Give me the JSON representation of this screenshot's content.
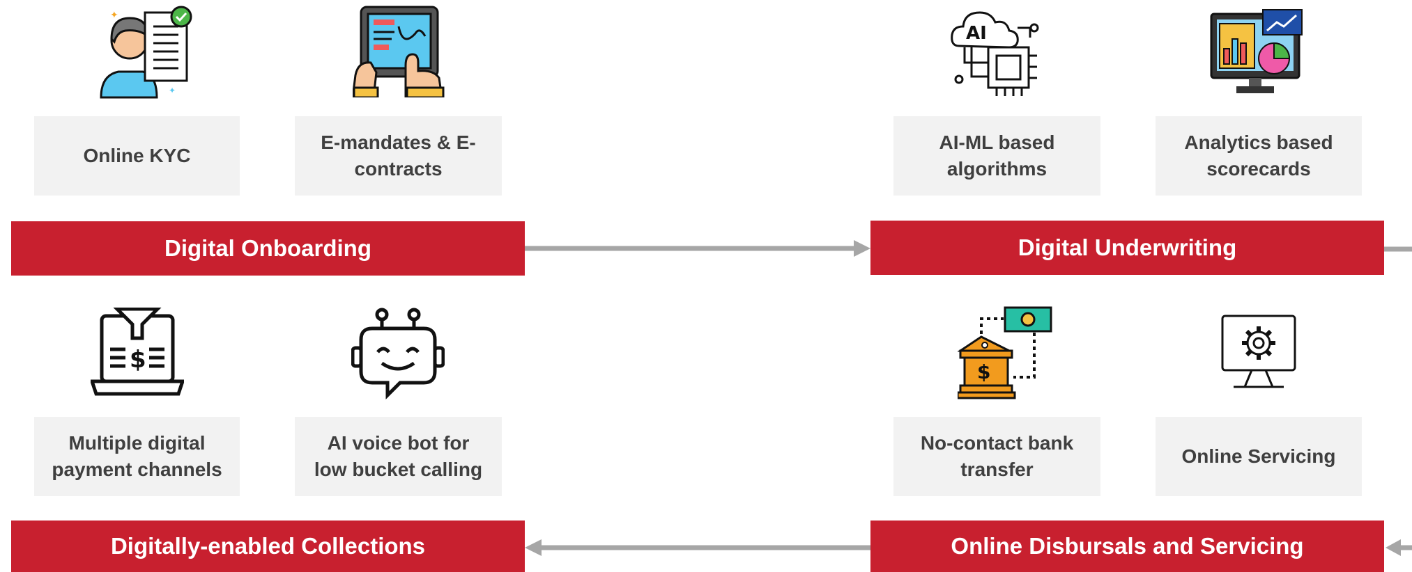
{
  "stages": {
    "onboarding": {
      "title": "Digital Onboarding",
      "items": [
        {
          "label": "Online KYC",
          "icon": "kyc-document-person-icon"
        },
        {
          "label": "E-mandates & E-\ncontracts",
          "icon": "tablet-touch-icon"
        }
      ]
    },
    "underwriting": {
      "title": "Digital Underwriting",
      "items": [
        {
          "label": "AI-ML based\nalgorithms",
          "icon": "ai-chip-icon"
        },
        {
          "label": "Analytics based\nscorecards",
          "icon": "analytics-monitor-icon"
        }
      ]
    },
    "collections": {
      "title": "Digitally-enabled Collections",
      "items": [
        {
          "label": "Multiple digital\npayment channels",
          "icon": "laptop-payment-funnel-icon"
        },
        {
          "label": "AI voice bot for\nlow bucket calling",
          "icon": "robot-chat-icon"
        }
      ]
    },
    "disbursals": {
      "title": "Online Disbursals and Servicing",
      "items": [
        {
          "label": "No-contact bank\ntransfer",
          "icon": "bank-transfer-icon"
        },
        {
          "label": "Online Servicing",
          "icon": "monitor-gear-icon"
        }
      ]
    }
  },
  "colors": {
    "band": "#c8202f",
    "card": "#f2f2f2",
    "card_text": "#3f3f3f",
    "arrow": "#a6a6a6"
  }
}
